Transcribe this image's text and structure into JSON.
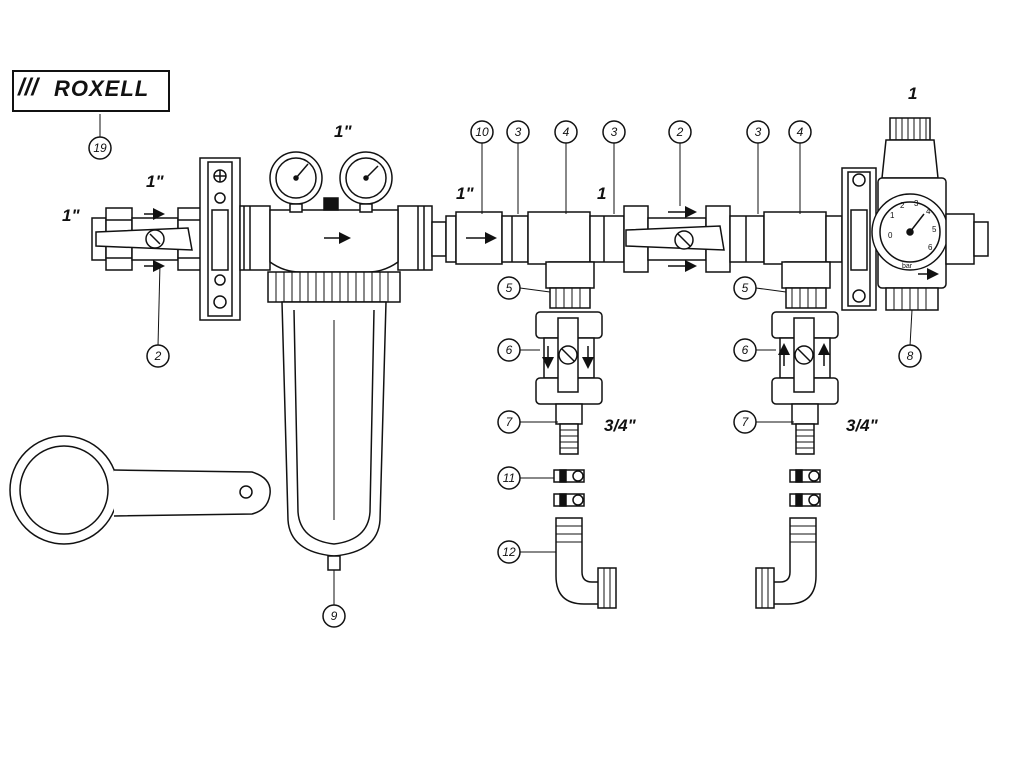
{
  "brand": {
    "logo_text": "ROXELL",
    "logo_marks": "///"
  },
  "size_labels": {
    "inlet_left": "1\"",
    "inlet_valve": "1\"",
    "filter": "1\"",
    "manifold_inlet": "1\"",
    "manifold_center": "1",
    "regulator": "1",
    "drop_left": "3/4\"",
    "drop_right": "3/4\""
  },
  "callouts": {
    "c19": "19",
    "c2_left": "2",
    "c9": "9",
    "c10": "10",
    "c3_a": "3",
    "c4_a": "4",
    "c3_b": "3",
    "c2_right": "2",
    "c3_c": "3",
    "c4_b": "4",
    "c5_left": "5",
    "c6_left": "6",
    "c7_left": "7",
    "c11": "11",
    "c12": "12",
    "c5_right": "5",
    "c6_right": "6",
    "c7_right": "7",
    "c8": "8"
  },
  "gauge_scale": [
    "0",
    "1",
    "2",
    "3",
    "4",
    "5",
    "6"
  ],
  "gauge_unit": "bar"
}
